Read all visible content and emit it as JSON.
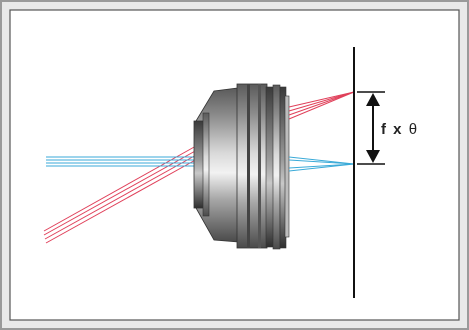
{
  "diagram": {
    "label_f": "f",
    "label_x": "x",
    "label_theta": "θ",
    "components": {
      "lens": "lens-assembly",
      "image_plane": "image-plane",
      "dimension": "distance-arrow"
    },
    "colors": {
      "frame_outer": "#9a9a9a",
      "frame_inner": "#555555",
      "background": "#f0f0f0",
      "red_rays": "#e0405a",
      "blue_rays": "#3aaad8",
      "plane": "#111111",
      "lens_metal": "#8a8a8a"
    }
  }
}
